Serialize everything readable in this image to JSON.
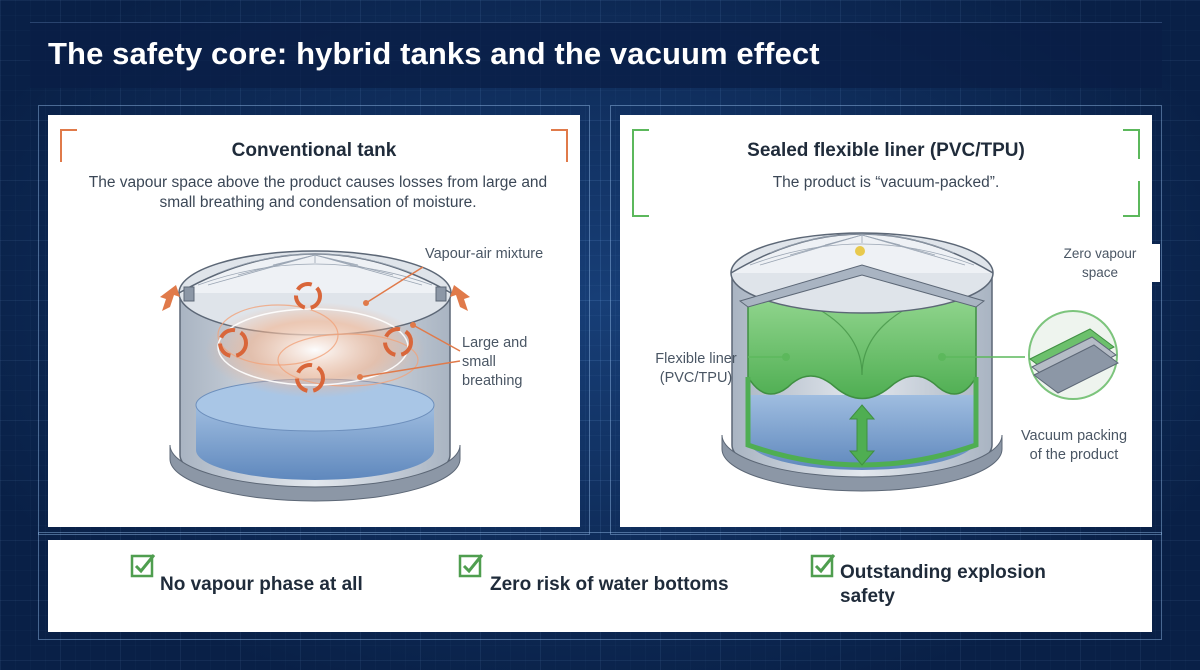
{
  "title": "The safety core: hybrid tanks and the vacuum effect",
  "left_panel": {
    "title": "Conventional tank",
    "description_line1": "The vapour space above the product causes losses from large and",
    "description_line2": "small breathing and condensation of moisture.",
    "label_vapour": "Vapour-air mixture",
    "label_breathing_1": "Large and",
    "label_breathing_2": "small",
    "label_breathing_3": "breathing"
  },
  "right_panel": {
    "title": "Sealed flexible liner (PVC/TPU)",
    "description": "The product is “vacuum-packed”.",
    "label_zero_1": "Zero vapour",
    "label_zero_2": "space",
    "label_liner_1": "Flexible liner",
    "label_liner_2": "(PVC/TPU)",
    "label_vacuum_1": "Vacuum packing",
    "label_vacuum_2": "of the product"
  },
  "benefits": [
    {
      "label": "No vapour phase at all"
    },
    {
      "label": "Zero risk of water bottoms"
    },
    {
      "label_line1": "Outstanding explosion",
      "label_line2": "safety"
    }
  ],
  "colors": {
    "accent_orange": "#e07a4a",
    "accent_green": "#5cb85c",
    "liquid_blue": "#7fa6d3",
    "background_navy": "#0e2f60"
  },
  "icons": {
    "check": "checkbox-check-icon",
    "cycle": "circular-arrows-icon",
    "arrow": "vent-arrow-icon",
    "updown": "up-down-arrow-icon"
  }
}
